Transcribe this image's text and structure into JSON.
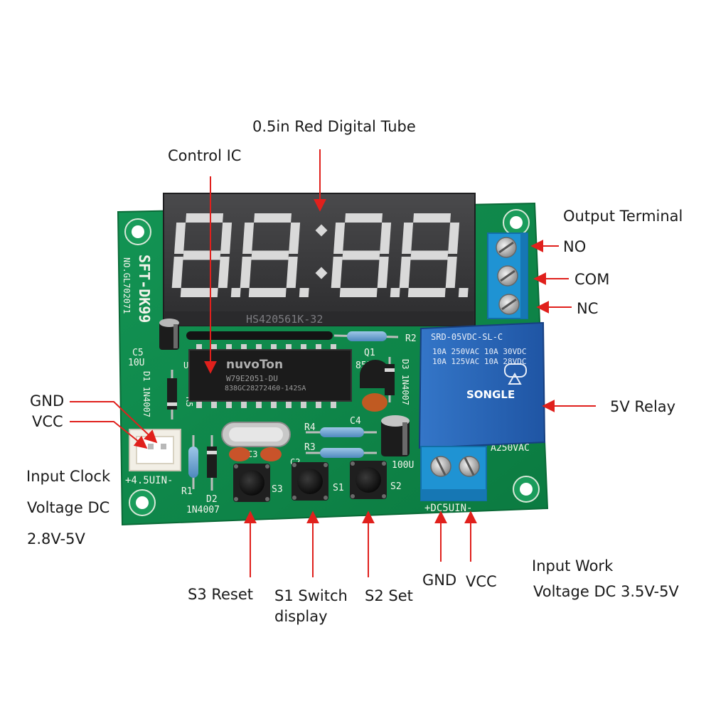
{
  "labels": {
    "digital_tube": "0.5in Red Digital Tube",
    "control_ic": "Control IC",
    "output_terminal": "Output Terminal",
    "no": "NO",
    "com": "COM",
    "nc": "NC",
    "relay": "5V Relay",
    "gnd_left": "GND",
    "vcc_left": "VCC",
    "input_clock_1": "Input Clock",
    "input_clock_2": "Voltage DC",
    "input_clock_3": "2.8V-5V",
    "s3": "S3 Reset",
    "s1_1": "S1 Switch",
    "s1_2": "display",
    "s2": "S2 Set",
    "gnd_bottom": "GND",
    "vcc_bottom": "VCC",
    "input_work_1": "Input Work",
    "input_work_2": "Voltage  DC 3.5V-5V"
  },
  "board": {
    "model": "SFT-DK99",
    "serial": "NO.GL702071",
    "ic_brand": "nuvoTon",
    "ic_part": "W79E2051-DU",
    "ic_code": "838GC28272460-142SA",
    "display_code": "HS420561K-32",
    "transistor_ref": "Q1",
    "transistor_part": "8550",
    "relay_brand": "SONGLE",
    "relay_model": "SRD-05VDC-SL-C",
    "relay_rating_1": "10A 250VAC  10A 30VDC",
    "relay_rating_2": "10A 125VAC  10A 28VDC",
    "relay_side": "A250VAC",
    "input_clock_silk": "+4.5UIN-",
    "dc_in_silk": "+DC5UIN-",
    "diode_1": "D1 1N4007",
    "diode_2": "D2",
    "diode_2_part": "1N4007",
    "diode_3": "D3 1N4007",
    "cap_c5": "C5",
    "cap_c5_val": "10U",
    "cap_c4": "C4",
    "cap_c4_val": "100U",
    "silk_s1": "S1",
    "silk_s2": "S2",
    "silk_s3": "S3",
    "silk_r1": "R1",
    "silk_r2": "R2",
    "silk_r3": "R3",
    "silk_r4": "R4",
    "silk_r5": "R5",
    "silk_c2": "C2",
    "silk_c3": "C3",
    "silk_u1": "U1"
  },
  "colors": {
    "pcb": "#0f8a4a",
    "display_body": "#3a3a3c",
    "segment": "#d9d9d9",
    "relay": "#2a64b8",
    "terminal": "#2196d8",
    "arrow": "#e0201c"
  }
}
